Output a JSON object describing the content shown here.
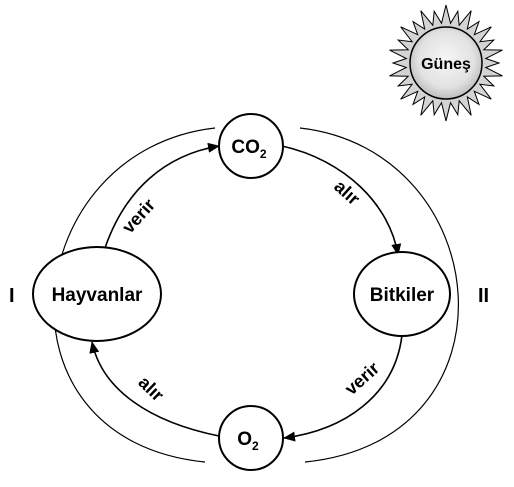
{
  "sun": {
    "label": "Güneş",
    "icon": "sun-icon"
  },
  "nodes": {
    "co2": {
      "base": "CO",
      "sub": "2"
    },
    "o2": {
      "base": "O",
      "sub": "2"
    },
    "animals": {
      "label": "Hayvanlar"
    },
    "plants": {
      "label": "Bitkiler"
    }
  },
  "edges": {
    "animals_to_co2": "verir",
    "co2_to_plants": "alır",
    "plants_to_o2": "verir",
    "o2_to_animals": "alır"
  },
  "sides": {
    "left": "I",
    "right": "II"
  },
  "colors": {
    "stroke": "#000000",
    "sun_fill": "#d4d4d4",
    "sun_core": "#ececec",
    "background": "#ffffff"
  }
}
